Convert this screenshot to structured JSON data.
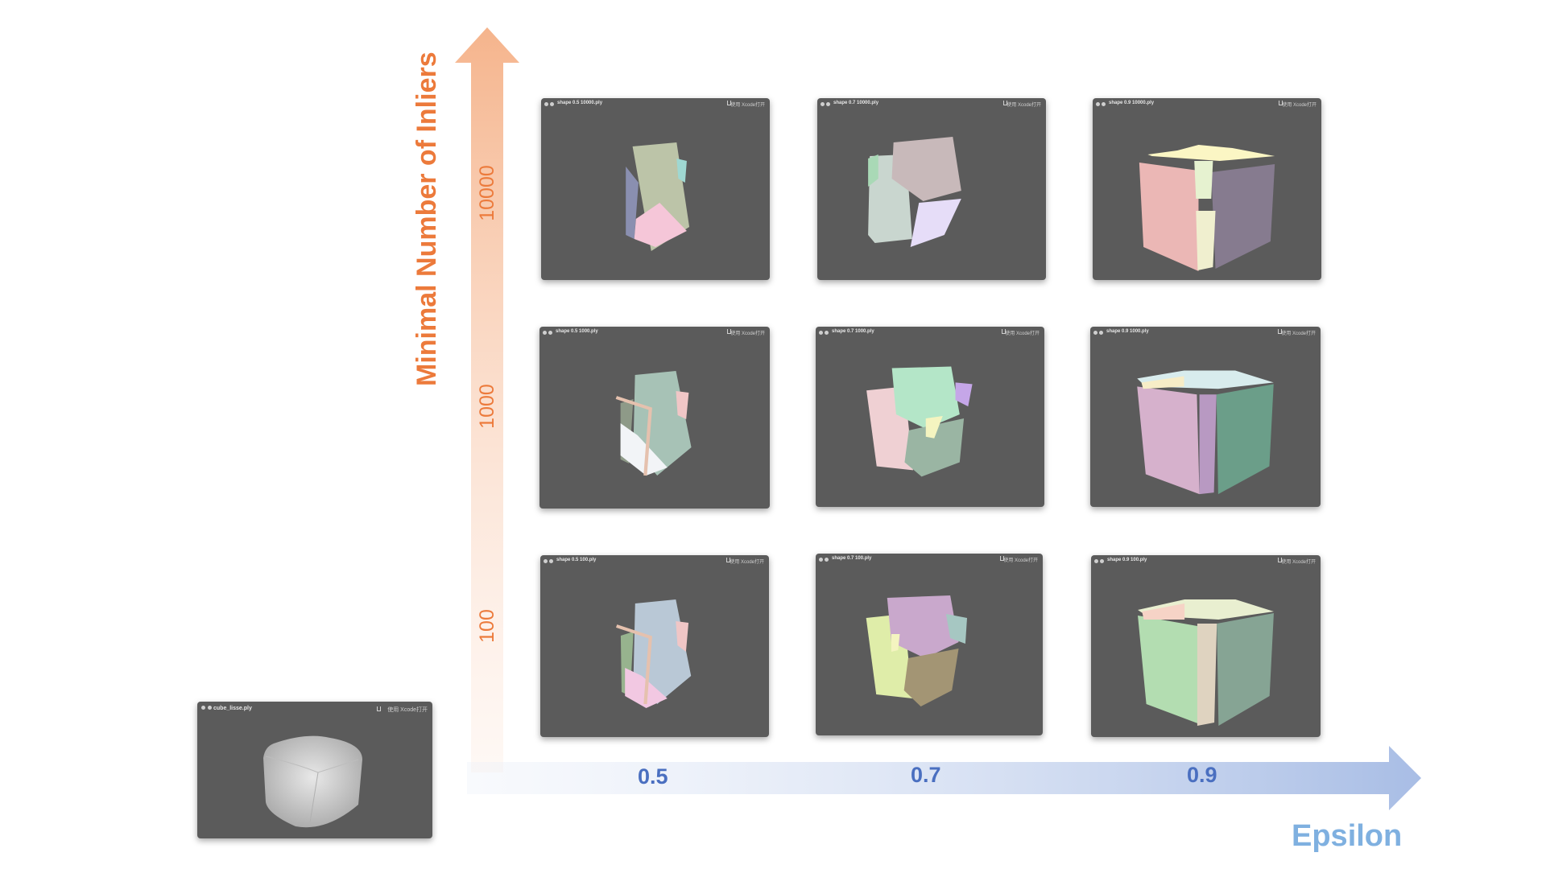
{
  "axes": {
    "y_title": "Minimal Number of Inliers",
    "x_title": "Epsilon",
    "y_ticks": [
      "10000",
      "1000",
      "100"
    ],
    "x_ticks": [
      "0.5",
      "0.7",
      "0.9"
    ],
    "y_color": "#ec7a3b",
    "x_color": "#4a6fc0"
  },
  "source_window": {
    "title": "cube_lisse.ply",
    "open_label": "使用 Xcode打开"
  },
  "windows": [
    {
      "title": "shape 0.5 10000.ply",
      "open_label": "使用 Xcode打开"
    },
    {
      "title": "shape 0.7 10000.ply",
      "open_label": "使用 Xcode打开"
    },
    {
      "title": "shape 0.9 10000.ply",
      "open_label": "使用 Xcode打开"
    },
    {
      "title": "shape 0.5 1000.ply",
      "open_label": "使用 Xcode打开"
    },
    {
      "title": "shape 0.7 1000.ply",
      "open_label": "使用 Xcode打开"
    },
    {
      "title": "shape 0.9 1000.ply",
      "open_label": "使用 Xcode打开"
    },
    {
      "title": "shape 0.5 100.ply",
      "open_label": "使用 Xcode打开"
    },
    {
      "title": "shape 0.7 100.ply",
      "open_label": "使用 Xcode打开"
    },
    {
      "title": "shape 0.9 100.ply",
      "open_label": "使用 Xcode打开"
    }
  ]
}
